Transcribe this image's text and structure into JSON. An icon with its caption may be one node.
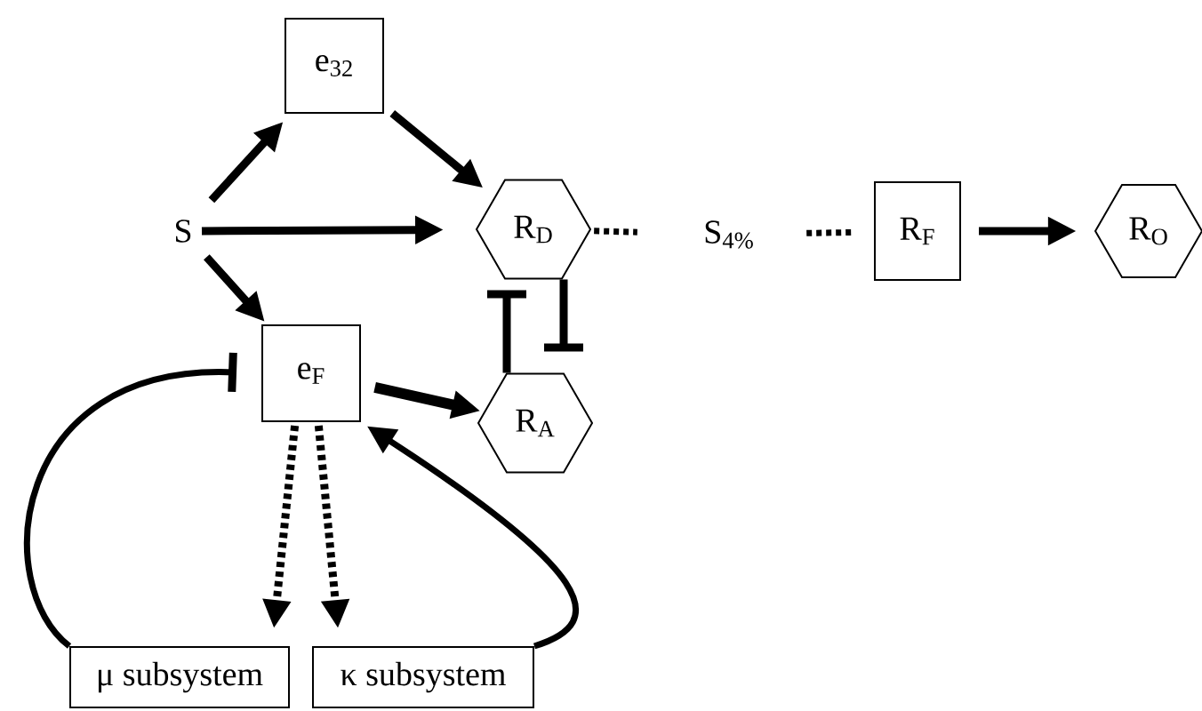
{
  "diagram": {
    "nodes": [
      {
        "text": [
          "S"
        ]
      },
      {
        "text": [
          "e$_{32}$"
        ]
      },
      {
        "text": [
          "R$_{D}$"
        ]
      },
      {
        "text": [
          "S$_{4%}$"
        ]
      },
      {
        "text": [
          "R$_{F}$"
        ]
      },
      {
        "text": [
          "R$_{O}$"
        ]
      },
      {
        "text": [
          "e$_{F}$"
        ]
      },
      {
        "text": [
          "R$_{A}$"
        ]
      },
      {
        "text": [
          "μ subsystem"
        ]
      },
      {
        "text": [
          "κ subsystem"
        ]
      }
    ],
    "edges": [
      {
        "from": 0,
        "to": 1,
        "arrow": "to"
      },
      {
        "from": 1,
        "to": 2,
        "arrow": "to"
      },
      {
        "from": 0,
        "to": 2,
        "arrow": "to"
      },
      {
        "from": 0,
        "to": 6,
        "arrow": "to"
      },
      {
        "from": 2,
        "to": 3,
        "arrow": "none",
        "style": "dashed"
      },
      {
        "from": 3,
        "to": 4,
        "arrow": "none",
        "style": "dashed"
      },
      {
        "from": 4,
        "to": 5,
        "arrow": "to"
      },
      {
        "from": 7,
        "to": 2,
        "arrow": "other"
      },
      {
        "from": 2,
        "to": 7,
        "arrow": "other"
      },
      {
        "from": 6,
        "to": 7,
        "arrow": "to"
      },
      {
        "from": 6,
        "to": 8,
        "arrow": "to",
        "style": "dashed"
      },
      {
        "from": 6,
        "to": 9,
        "arrow": "to",
        "style": "dashed"
      },
      {
        "from": 8,
        "to": 6,
        "arrow": "other"
      },
      {
        "from": 9,
        "to": 6,
        "arrow": "to"
      }
    ]
  }
}
